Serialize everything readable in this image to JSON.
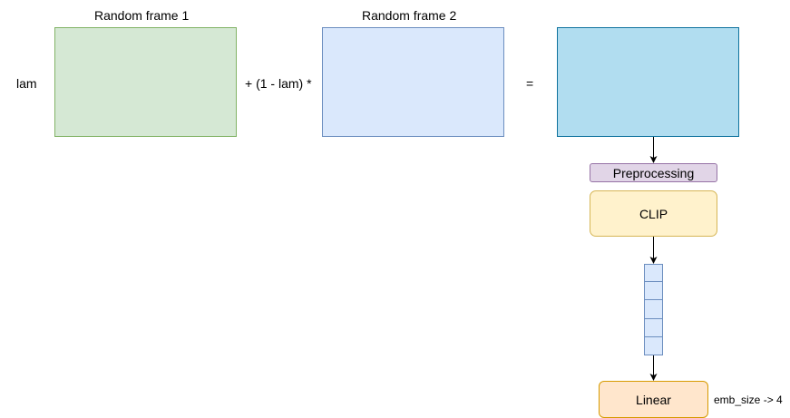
{
  "labels": {
    "frame1_title": "Random frame 1",
    "frame2_title": "Random frame 2",
    "lam": "lam",
    "mix_operator": "+ (1 - lam) *",
    "equals": "="
  },
  "pipeline": {
    "preprocessing": "Preprocessing",
    "clip": "CLIP",
    "linear": "Linear",
    "linear_note": "emb_size -> 4",
    "embedding_cells": 5
  },
  "colors": {
    "frame1_fill": "#d5e8d4",
    "frame1_stroke": "#82b366",
    "frame2_fill": "#dae8fc",
    "frame2_stroke": "#6c8ebf",
    "mixed_fill": "#b1ddf0",
    "mixed_stroke": "#10739e",
    "preprocessing_fill": "#e1d5e7",
    "preprocessing_stroke": "#9673a6",
    "clip_fill": "#fff2cc",
    "clip_stroke": "#d6b656",
    "linear_fill": "#ffe6cc",
    "linear_stroke": "#d79b00",
    "embedding_fill": "#dae8fc",
    "embedding_stroke": "#6c8ebf",
    "arrow": "#000000"
  }
}
